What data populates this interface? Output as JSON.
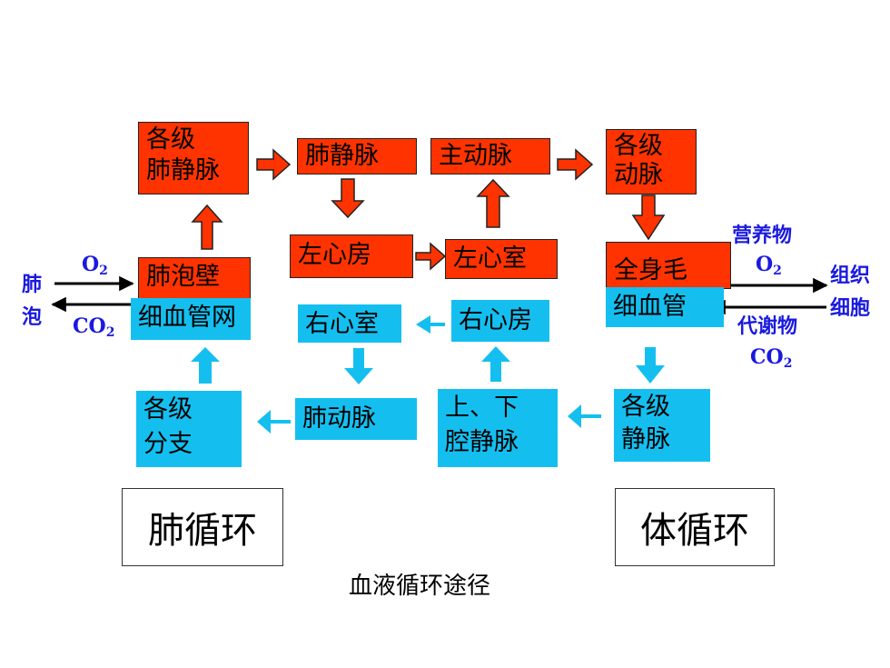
{
  "nodes": {
    "lung_vein_branches": "各级\n肺静脉",
    "pulmonary_vein": "肺静脉",
    "aorta": "主动脉",
    "arteries": "各级\n动脉",
    "left_atrium": "左心房",
    "left_ventricle": "左心室",
    "alveolar_capillary_top": "肺泡壁毛",
    "alveolar_capillary_bottom": "细血管网",
    "body_capillary_top": "全身毛",
    "body_capillary_bottom": "细血管",
    "right_ventricle": "右心室",
    "right_atrium": "右心房",
    "lung_artery_branches": "各级\n分支",
    "pulmonary_artery": "肺动脉",
    "vena_cava": "上、下\n腔静脉",
    "veins": "各级\n静脉"
  },
  "labels": {
    "lung_1": "肺",
    "lung_2": "泡",
    "o2_left": "O",
    "o2_left_sub": "2",
    "co2_left": "CO",
    "co2_left_sub": "2",
    "nutrients": "营养物",
    "o2_right": "O",
    "o2_right_sub": "2",
    "tissue_1": "组织",
    "tissue_2": "细胞",
    "waste": "代谢物",
    "co2_right": "CO",
    "co2_right_sub": "2"
  },
  "frames": {
    "pulmonary": "肺循环",
    "systemic": "体循环"
  },
  "caption": "血液循环途径",
  "colors": {
    "oxygenated": "#ff3300",
    "deoxygenated": "#14bff0",
    "label_blue": "#1a1adf"
  }
}
